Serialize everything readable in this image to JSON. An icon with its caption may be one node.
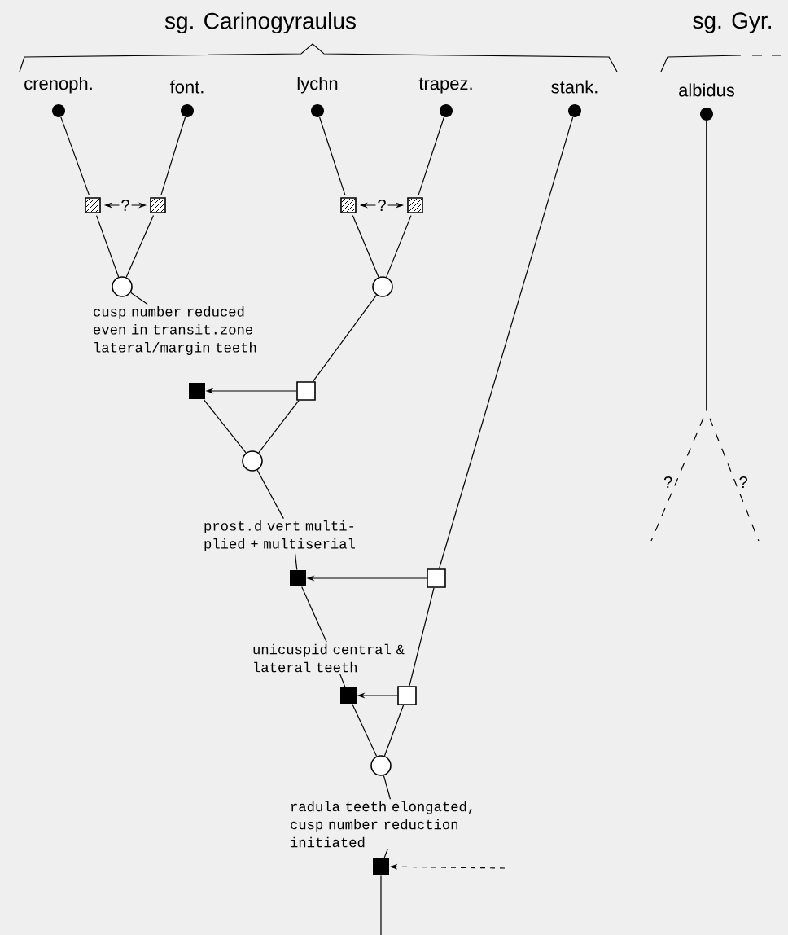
{
  "diagram": {
    "nodes": [
      {
        "text": [
          "crenoph."
        ]
      },
      {
        "text": [
          "font."
        ]
      },
      {
        "text": [
          "lychn"
        ]
      },
      {
        "text": [
          "trapez."
        ]
      },
      {
        "text": [
          "stank."
        ]
      },
      {
        "text": [
          "albidus"
        ]
      },
      {
        "text": [],
        "shape": "box"
      },
      {
        "text": [],
        "shape": "box"
      },
      {
        "text": [],
        "shape": "box"
      },
      {
        "text": [],
        "shape": "box"
      },
      {
        "text": [],
        "shape": "circle"
      },
      {
        "text": [],
        "shape": "circle"
      },
      {
        "text": [
          "cusp number reduced even in transit.zone lateral/margin teeth"
        ]
      },
      {
        "text": [],
        "shape": "box"
      },
      {
        "text": [],
        "shape": "box"
      },
      {
        "text": [],
        "shape": "circle"
      },
      {
        "text": [
          "prost.d vert multi-plied + multiserial"
        ]
      },
      {
        "text": [],
        "shape": "box"
      },
      {
        "text": [],
        "shape": "box"
      },
      {
        "text": [
          "unicuspid central & lateral teeth"
        ]
      },
      {
        "text": [],
        "shape": "box"
      },
      {
        "text": [],
        "shape": "box"
      },
      {
        "text": [],
        "shape": "circle"
      },
      {
        "text": [
          "radula teeth elongated, cusp number reduction initiated"
        ]
      },
      {
        "text": [],
        "shape": "box"
      }
    ],
    "edges": [
      {
        "from": 0,
        "to": 6,
        "arrow": "none"
      },
      {
        "from": 6,
        "to": 10,
        "arrow": "none"
      },
      {
        "from": 1,
        "to": 7,
        "arrow": "none"
      },
      {
        "from": 7,
        "to": 10,
        "arrow": "none"
      },
      {
        "from": 6,
        "to": 7,
        "arrow": "both",
        "label": "?"
      },
      {
        "from": 2,
        "to": 8,
        "arrow": "none"
      },
      {
        "from": 8,
        "to": 11,
        "arrow": "none"
      },
      {
        "from": 3,
        "to": 9,
        "arrow": "none"
      },
      {
        "from": 9,
        "to": 11,
        "arrow": "none"
      },
      {
        "from": 8,
        "to": 9,
        "arrow": "both",
        "label": "?"
      },
      {
        "from": 10,
        "to": 12,
        "arrow": "none"
      },
      {
        "from": 11,
        "to": 14,
        "arrow": "none"
      },
      {
        "from": 14,
        "to": 13,
        "arrow": "to"
      },
      {
        "from": 13,
        "to": 15,
        "arrow": "none"
      },
      {
        "from": 14,
        "to": 15,
        "arrow": "none"
      },
      {
        "from": 15,
        "to": 16,
        "arrow": "none"
      },
      {
        "from": 16,
        "to": 17,
        "arrow": "none"
      },
      {
        "from": 4,
        "to": 18,
        "arrow": "none"
      },
      {
        "from": 18,
        "to": 17,
        "arrow": "to"
      },
      {
        "from": 17,
        "to": 19,
        "arrow": "none"
      },
      {
        "from": 19,
        "to": 20,
        "arrow": "none"
      },
      {
        "from": 18,
        "to": 21,
        "arrow": "none"
      },
      {
        "from": 21,
        "to": 20,
        "arrow": "to"
      },
      {
        "from": 20,
        "to": 22,
        "arrow": "none"
      },
      {
        "from": 21,
        "to": 22,
        "arrow": "none"
      },
      {
        "from": 22,
        "to": 23,
        "arrow": "none"
      },
      {
        "from": 23,
        "to": 24,
        "arrow": "none"
      },
      {
        "from": null,
        "to": 24,
        "arrow": "to",
        "style": "dashed"
      },
      {
        "from": 24,
        "to": null,
        "arrow": "none"
      },
      {
        "from": 5,
        "to": null,
        "arrow": "none",
        "style": "dashed",
        "label": "?"
      },
      {
        "from": 5,
        "to": null,
        "arrow": "none",
        "style": "dashed",
        "label": "?"
      }
    ],
    "labels": [
      "sg. Carinogyraulus",
      "sg. Gyr."
    ]
  }
}
